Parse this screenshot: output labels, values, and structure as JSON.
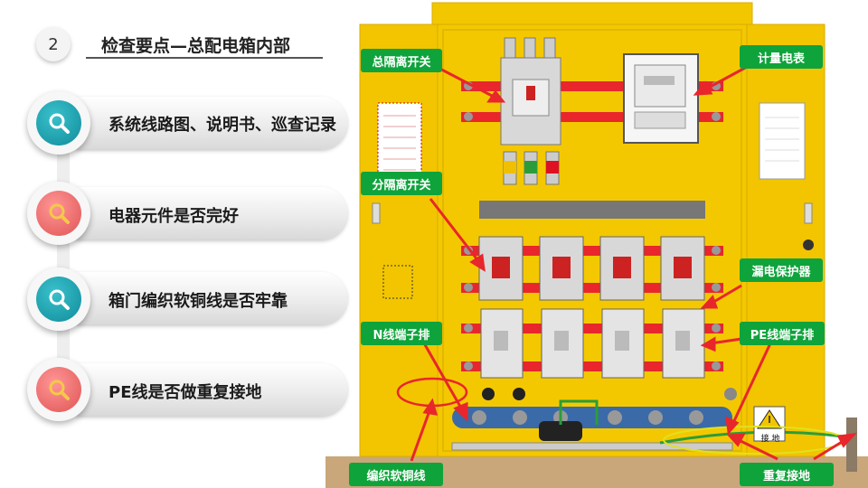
{
  "header": {
    "number": "2",
    "title": "检查要点—总配电箱内部"
  },
  "items": [
    {
      "label": "系统线路图、说明书、巡查记录",
      "color": "teal",
      "icon": "search-icon"
    },
    {
      "label": "电器元件是否完好",
      "color": "coral",
      "icon": "search-icon"
    },
    {
      "label": "箱门编织软铜线是否牢靠",
      "color": "teal",
      "icon": "search-icon"
    },
    {
      "label": "PE线是否做重复接地",
      "color": "coral",
      "icon": "search-icon"
    }
  ],
  "diagram_labels": {
    "main_isolator": "总隔离开关",
    "meter": "计量电表",
    "branch_isolator": "分隔离开关",
    "leakage_protector": "漏电保护器",
    "n_terminal": "N线端子排",
    "pe_terminal": "PE线端子排",
    "braided_copper": "编织软铜线",
    "repeat_grounding": "重复接地",
    "ground_sign": "接 地"
  },
  "colors": {
    "teal": "#1aa3b0",
    "coral": "#ef6a6a",
    "cabinet": "#f2c500",
    "label_green": "#0fa33b",
    "busbar_red": "#e8262b"
  }
}
